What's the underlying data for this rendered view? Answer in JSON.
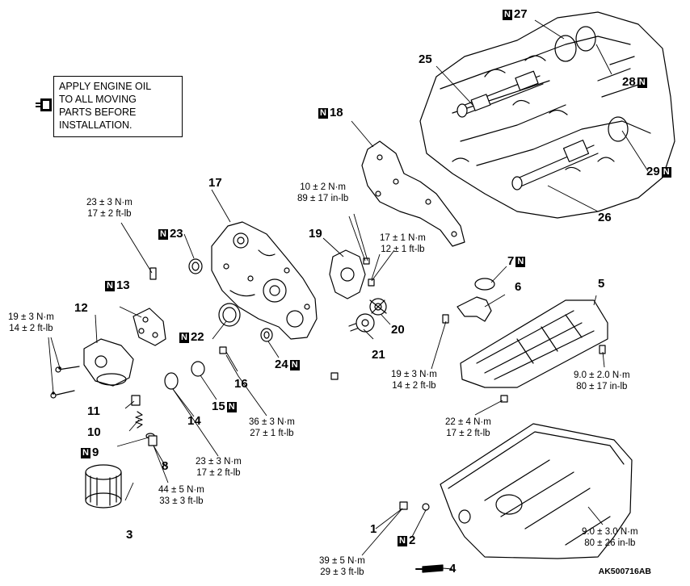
{
  "note": {
    "icon": "oil-can-icon",
    "lines": [
      "APPLY ENGINE OIL",
      "TO ALL MOVING",
      "PARTS BEFORE",
      "INSTALLATION."
    ]
  },
  "new_part_mark": "N",
  "figure_code": "AK500716AB",
  "parts": {
    "p1": "1",
    "p2": "2",
    "p3": "3",
    "p4": "4",
    "p5": "5",
    "p6": "6",
    "p7": "7",
    "p8": "8",
    "p9": "9",
    "p10": "10",
    "p11": "11",
    "p12": "12",
    "p13": "13",
    "p14": "14",
    "p15": "15",
    "p16": "16",
    "p17": "17",
    "p18": "18",
    "p19": "19",
    "p20": "20",
    "p21": "21",
    "p22": "22",
    "p23": "23",
    "p24": "24",
    "p25": "25",
    "p26": "26",
    "p27": "27",
    "p28": "28",
    "p29": "29"
  },
  "torques": {
    "t_23_3_a": [
      "23 ± 3 N·m",
      "17 ± 2 ft-lb"
    ],
    "t_19_3_a": [
      "19 ± 3 N·m",
      "14 ± 2 ft-lb"
    ],
    "t_10_2": [
      "10 ± 2 N·m",
      "89 ± 17 in-lb"
    ],
    "t_17_1": [
      "17 ± 1 N·m",
      "12 ± 1 ft-lb"
    ],
    "t_19_3_b": [
      "19 ± 3 N·m",
      "14 ± 2 ft-lb"
    ],
    "t_9_2": [
      "9.0 ± 2.0 N·m",
      "80 ± 17 in-lb"
    ],
    "t_36_3": [
      "36 ± 3 N·m",
      "27 ± 1 ft-lb"
    ],
    "t_22_4": [
      "22 ± 4 N·m",
      "17 ± 2 ft-lb"
    ],
    "t_23_3_b": [
      "23 ± 3 N·m",
      "17 ± 2 ft-lb"
    ],
    "t_44_5": [
      "44 ± 5 N·m",
      "33 ± 3 ft-lb"
    ],
    "t_9_3": [
      "9.0 ± 3.0 N·m",
      "80 ± 26 in-lb"
    ],
    "t_39_5": [
      "39 ± 5 N·m",
      "29 ± 3 ft-lb"
    ]
  }
}
